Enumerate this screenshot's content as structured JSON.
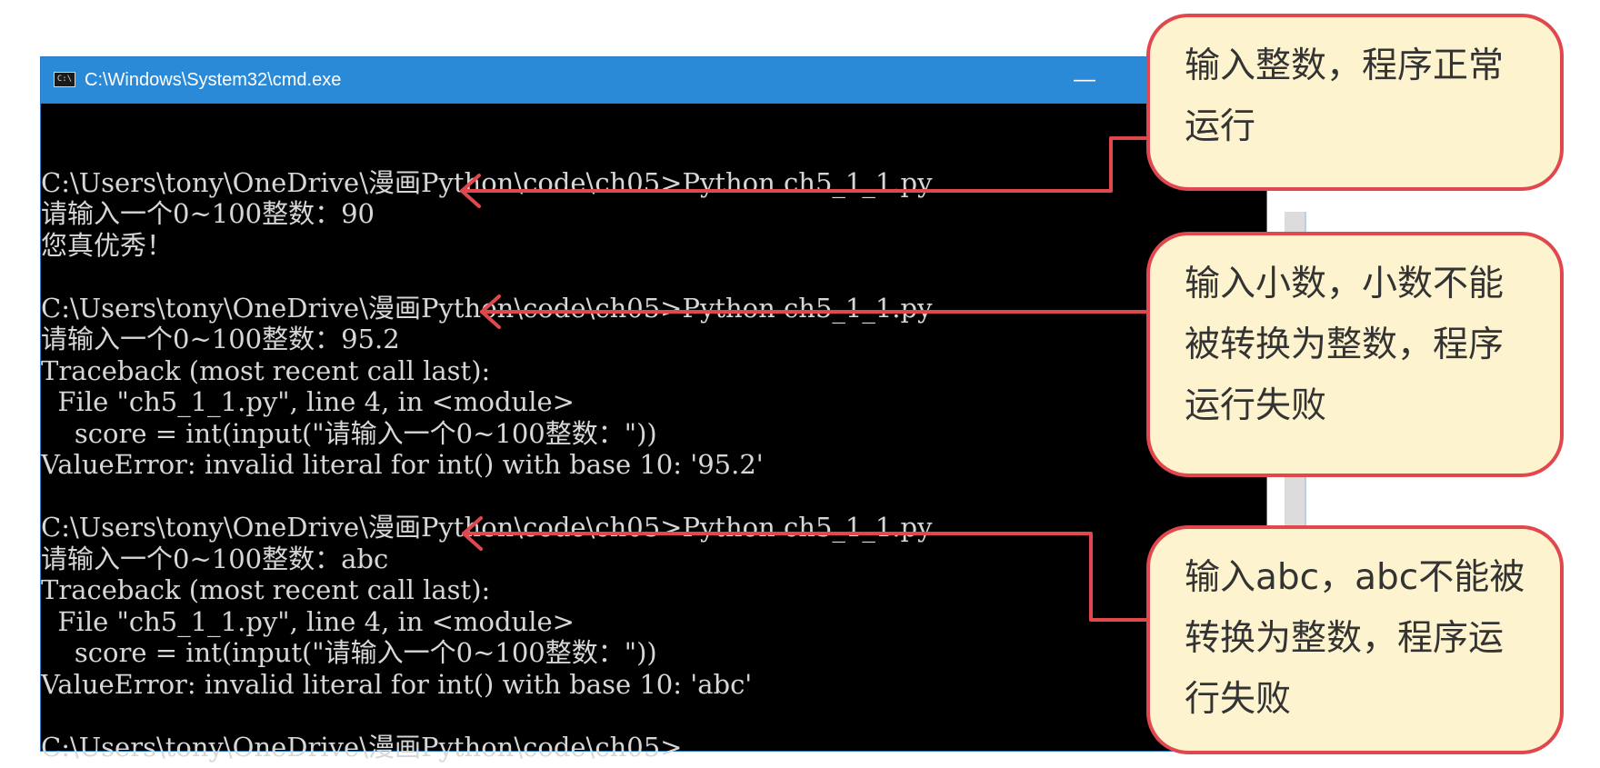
{
  "window": {
    "title": "C:\\Windows\\System32\\cmd.exe",
    "icon_name": "cmd-icon",
    "icon_glyph": "C:\\",
    "minimize_label": "—"
  },
  "console": {
    "lines": [
      "",
      "C:\\Users\\tony\\OneDrive\\漫画Python\\code\\ch05>Python ch5_1_1.py",
      "请输入一个0~100整数：90",
      "您真优秀！",
      "",
      "C:\\Users\\tony\\OneDrive\\漫画Python\\code\\ch05>Python ch5_1_1.py",
      "请输入一个0~100整数：95.2",
      "Traceback (most recent call last):",
      "  File \"ch5_1_1.py\", line 4, in <module>",
      "    score = int(input(\"请输入一个0~100整数：\"))",
      "ValueError: invalid literal for int() with base 10: '95.2'",
      "",
      "C:\\Users\\tony\\OneDrive\\漫画Python\\code\\ch05>Python ch5_1_1.py",
      "请输入一个0~100整数：abc",
      "Traceback (most recent call last):",
      "  File \"ch5_1_1.py\", line 4, in <module>",
      "    score = int(input(\"请输入一个0~100整数：\"))",
      "ValueError: invalid literal for int() with base 10: 'abc'",
      "",
      "C:\\Users\\tony\\OneDrive\\漫画Python\\code\\ch05>"
    ]
  },
  "callouts": [
    "输入整数，程序正常运行",
    "输入小数，小数不能被转换为整数，程序运行失败",
    "输入abc，abc不能被转换为整数，程序运行失败"
  ],
  "colors": {
    "titlebar": "#2b8ad8",
    "console_bg": "#000000",
    "console_text": "#d7d7d7",
    "callout_fill": "#fdf3cf",
    "callout_border": "#e0484d",
    "arrow": "#e0484d"
  }
}
